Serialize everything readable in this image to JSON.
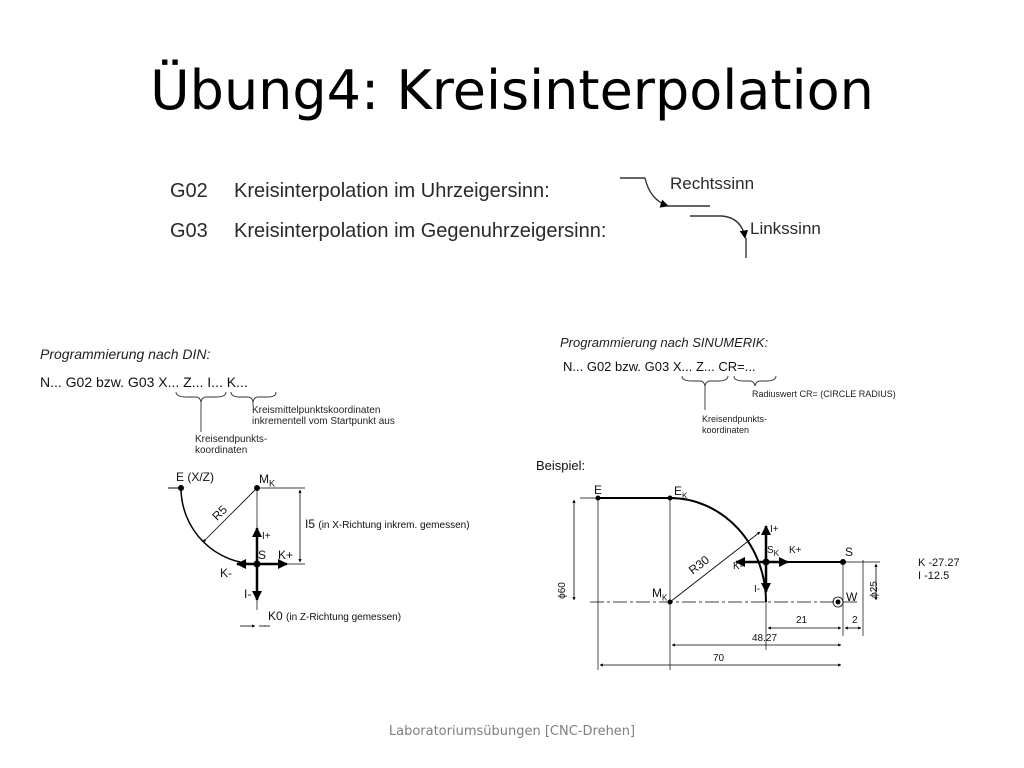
{
  "slide": {
    "title": "Übung4: Kreisinterpolation",
    "footer": "Laboratoriumsübungen [CNC-Drehen]"
  },
  "gcodes": [
    {
      "code": "G02",
      "text": "Kreisinterpolation im Uhrzeigersinn:",
      "direction": "Rechtssinn"
    },
    {
      "code": "G03",
      "text": "Kreisinterpolation im Gegenuhrzeigersinn:",
      "direction": "Linkssinn"
    }
  ],
  "din": {
    "title": "Programmierung nach DIN:",
    "format": "N... G02 bzw. G03 X... Z... I... K...",
    "note_center_1": "Kreismittelpunktskoordinaten",
    "note_center_2": "inkrementell vom Startpunkt aus",
    "note_end_1": "Kreisendpunkts-",
    "note_end_2": "koordinaten",
    "label_E": "E (X/Z)",
    "label_M": "M",
    "label_M_sub": "K",
    "label_R": "R5",
    "label_Iplus": "I+",
    "label_Iminus": "I-",
    "label_Kplus": "K+",
    "label_Kminus": "K-",
    "label_S": "S",
    "label_I5": "I5",
    "label_I5_note": "(in X-Richtung inkrem. gemessen)",
    "label_K0": "K0",
    "label_K0_note": "(in Z-Richtung gemessen)"
  },
  "sinumerik": {
    "title": "Programmierung nach SINUMERIK:",
    "format": "N... G02 bzw. G03 X... Z... CR=...",
    "note_radius": "Radiuswert CR= (CIRCLE RADIUS)",
    "note_end_1": "Kreisendpunkts-",
    "note_end_2": "koordinaten"
  },
  "example": {
    "title": "Beispiel:",
    "label_E": "E",
    "label_EK": "E",
    "label_EK_sub": "K",
    "label_MK": "M",
    "label_MK_sub": "K",
    "label_SK": "S",
    "label_SK_sub": "K",
    "label_S": "S",
    "label_W": "W",
    "label_R": "R30",
    "label_Iplus": "I+",
    "label_Iminus": "I-",
    "label_Kplus": "K+",
    "label_Kminus": "K-",
    "dim_phi60": "ϕ60",
    "dim_phi25": "ϕ25",
    "dim_21": "21",
    "dim_2": "2",
    "dim_4827": "48.27",
    "dim_70": "70",
    "result_K": "K -27.27",
    "result_I": "I  -12.5"
  }
}
